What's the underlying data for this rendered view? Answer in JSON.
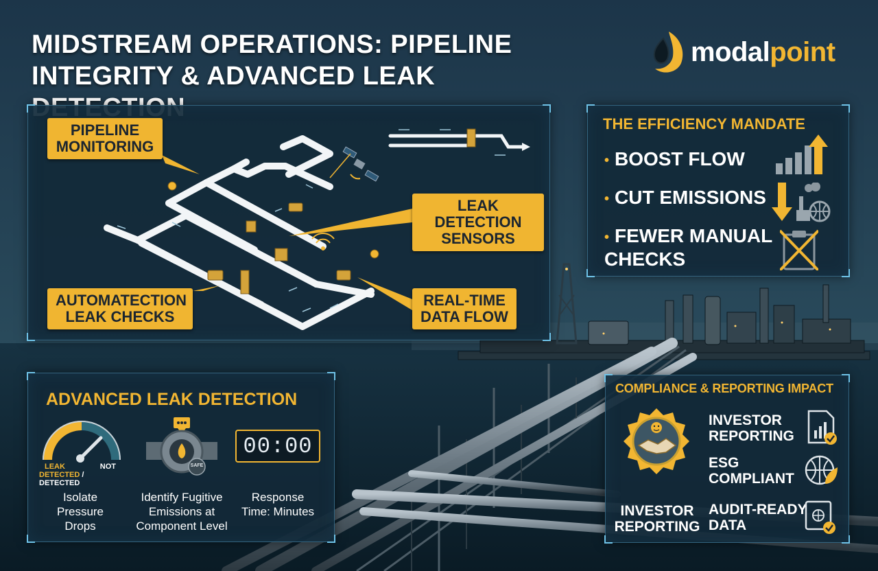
{
  "title": {
    "line1": "MIDSTREAM OPERATIONS: PIPELINE",
    "line2": "INTEGRITY & ADVANCED LEAK DETECTION"
  },
  "logo": {
    "part1": "modal",
    "part2": "point"
  },
  "diagram": {
    "callouts": {
      "pipeline_monitoring": [
        "PIPELINE",
        "MONITORING"
      ],
      "leak_detection_sensors": [
        "LEAK DETECTION",
        "SENSORS"
      ],
      "automated_checks": [
        "AUTOMATECTION",
        "LEAK CHECKS"
      ],
      "realtime_flow": [
        "REAL-TIME",
        "DATA FLOW"
      ]
    }
  },
  "mandate": {
    "title": "THE EFFICIENCY MANDATE",
    "items": [
      "BOOST FLOW",
      "CUT EMISSIONS",
      "FEWER MANUAL",
      "CHECKS"
    ]
  },
  "leak_detection": {
    "title": "ADVANCED LEAK DETECTION",
    "gauge": {
      "left_label_1": "LEAK",
      "left_label_2": "DETECTED",
      "sep": "/",
      "right_label_1": "NOT",
      "right_label_2": "DETECTED"
    },
    "valve_tag": "SAFE",
    "timer": "00:00",
    "captions": [
      [
        "Isolate",
        "Pressure",
        "Drops"
      ],
      [
        "Identify Fugitive",
        "Emissions at",
        "Component Level"
      ],
      [
        "Response",
        "Time: Minutes"
      ]
    ]
  },
  "compliance": {
    "title": "COMPLIANCE & REPORTING IMPACT",
    "badge_label": [
      "INVESTOR",
      "REPORTING"
    ],
    "items": [
      [
        "INVESTOR",
        "REPORTING"
      ],
      [
        "ESG",
        "COMPLIANT"
      ],
      [
        "AUDIT-READY",
        "DATA"
      ]
    ]
  },
  "colors": {
    "accent": "#f2b632",
    "panel_bg": "#122938",
    "sea": "#0f2531",
    "frame": "#6fc3e8"
  },
  "icons": [
    "bar-growth-icon",
    "down-arrow-icon",
    "factory-globe-icon",
    "clipboard-x-icon",
    "gauge-icon",
    "valve-icon",
    "report-check-icon",
    "globe-leaf-icon",
    "safe-check-icon",
    "handshake-badge-icon",
    "satellite-icon",
    "wifi-signal-icon"
  ]
}
